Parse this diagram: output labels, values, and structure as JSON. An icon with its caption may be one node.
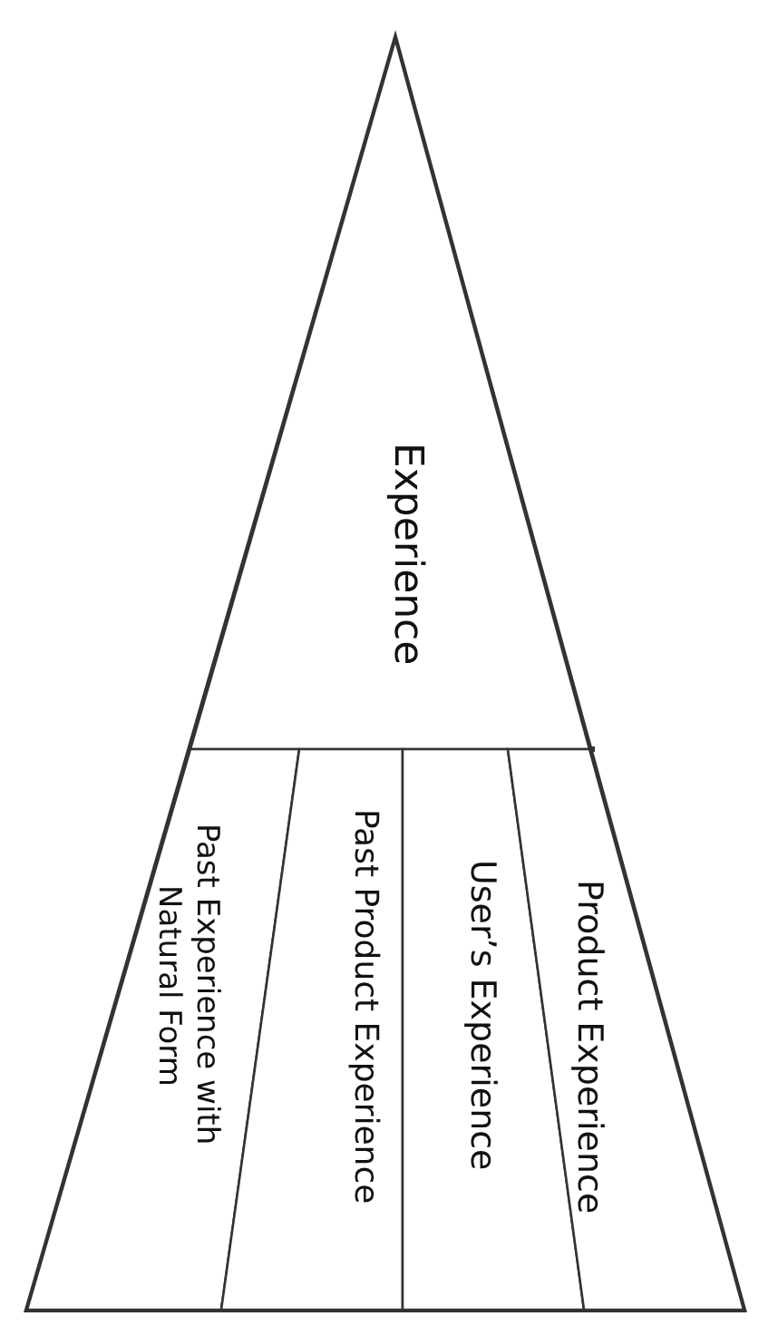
{
  "diagram": {
    "nodes": [
      {
        "text": [
          "Experience"
        ]
      },
      {
        "text": [
          "Past Experience with Natural Form"
        ]
      },
      {
        "text": [
          "Past Product Experience"
        ]
      },
      {
        "text": [
          "User’s Experience"
        ]
      },
      {
        "text": [
          "Product Experience"
        ]
      }
    ]
  }
}
